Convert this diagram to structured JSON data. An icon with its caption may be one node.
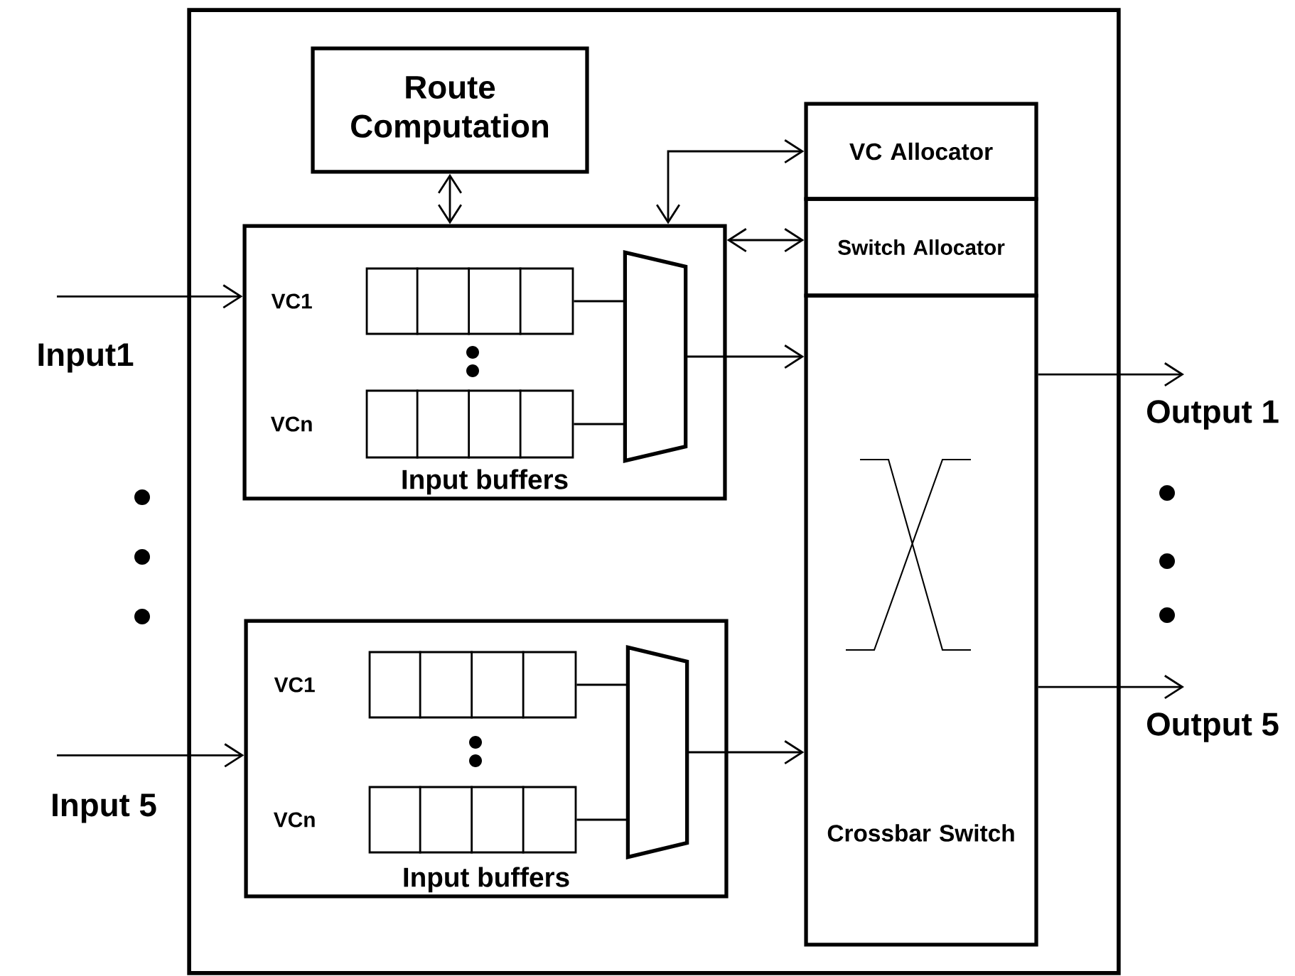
{
  "diagram": {
    "nodes": [
      {
        "text": [],
        "shape": "box"
      },
      {
        "text": [
          "Route Computation"
        ],
        "in": 0
      },
      {
        "text": [
          "Input buffers"
        ],
        "in": 0
      },
      {
        "text": [],
        "shape": "box",
        "beside": [
          "VC1"
        ],
        "in": 2
      },
      {
        "text": [],
        "shape": "box",
        "beside": [
          "VCn"
        ],
        "in": 2
      },
      {
        "text": [],
        "shape": "trapezoid",
        "in": 2
      },
      {
        "text": [
          "Input buffers"
        ],
        "in": 0
      },
      {
        "text": [],
        "shape": "box",
        "beside": [
          "VC1"
        ],
        "in": 6
      },
      {
        "text": [],
        "shape": "box",
        "beside": [
          "VCn"
        ],
        "in": 6
      },
      {
        "text": [],
        "shape": "trapezoid",
        "in": 6
      },
      {
        "text": [
          "VC Allocator"
        ],
        "in": 0
      },
      {
        "text": [
          "Switch Allocator"
        ],
        "in": 0
      },
      {
        "text": [
          "Crossbar Switch"
        ],
        "in": 0
      },
      {
        "text": [
          "Input1"
        ]
      },
      {
        "text": [
          "Input 5"
        ]
      },
      {
        "text": [
          "Output 1"
        ]
      },
      {
        "text": [
          "Output 5"
        ]
      }
    ],
    "edges": [
      {
        "from": 1,
        "to": 2,
        "arrow": "both"
      },
      {
        "from": 2,
        "to": 10,
        "arrow": "both"
      },
      {
        "from": 2,
        "to": 11,
        "arrow": "both"
      },
      {
        "from": 3,
        "to": 5,
        "arrow": "none"
      },
      {
        "from": 4,
        "to": 5,
        "arrow": "none"
      },
      {
        "from": 5,
        "to": 12,
        "arrow": "to"
      },
      {
        "from": 13,
        "to": 2,
        "arrow": "to"
      },
      {
        "from": 7,
        "to": 9,
        "arrow": "none"
      },
      {
        "from": 8,
        "to": 9,
        "arrow": "none"
      },
      {
        "from": 9,
        "to": 12,
        "arrow": "to"
      },
      {
        "from": 14,
        "to": 6,
        "arrow": "to"
      },
      {
        "from": 12,
        "to": 15,
        "arrow": "to"
      },
      {
        "from": 12,
        "to": 16,
        "arrow": "to"
      }
    ]
  }
}
